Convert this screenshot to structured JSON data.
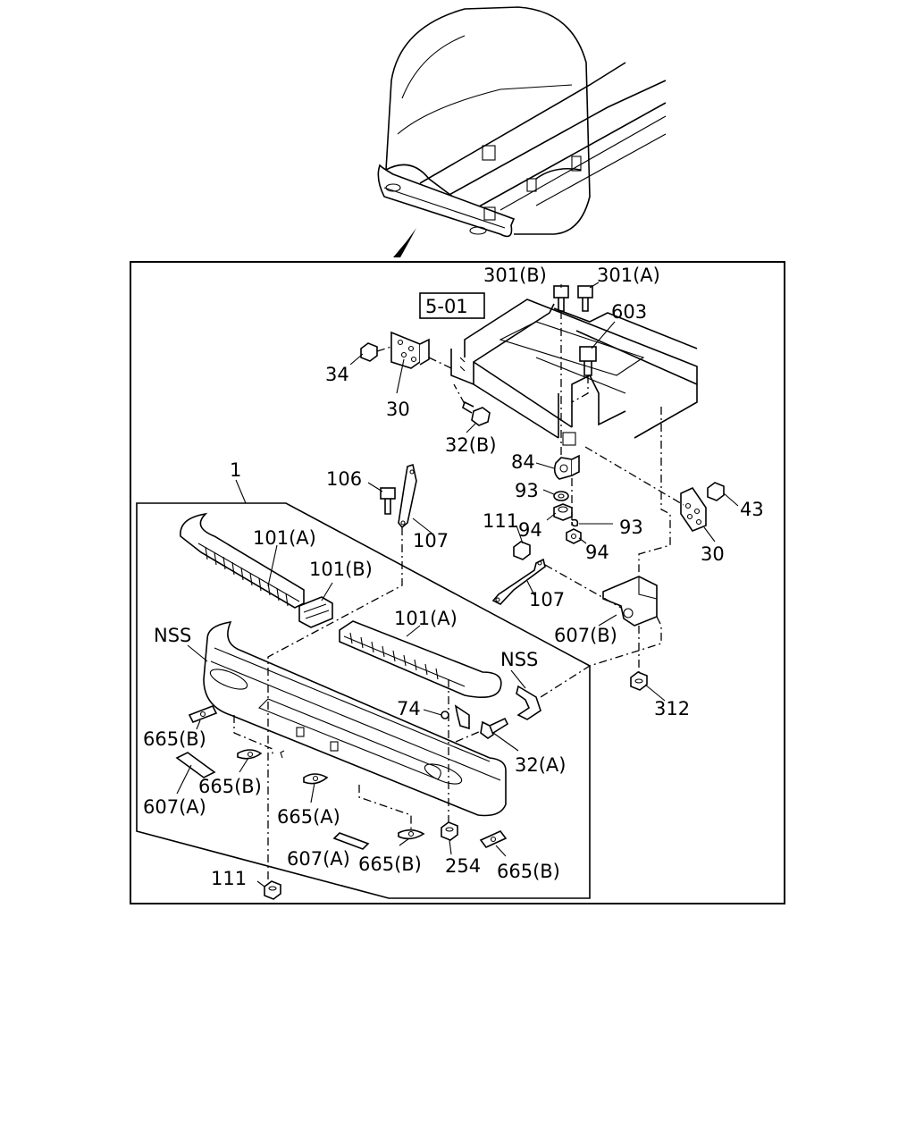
{
  "ref_box": "5-01",
  "labels": {
    "l_301b": "301(B)",
    "l_301a": "301(A)",
    "l_603": "603",
    "l_34": "34",
    "l_30a": "30",
    "l_32b": "32(B)",
    "l_84": "84",
    "l_93a": "93",
    "l_111a": "111",
    "l_94a": "94",
    "l_93b": "93",
    "l_94b": "94",
    "l_43": "43",
    "l_30b": "30",
    "l_106": "106",
    "l_107a": "107",
    "l_1": "1",
    "l_101a1": "101(A)",
    "l_101b": "101(B)",
    "l_107b": "107",
    "l_607b": "607(B)",
    "l_nss1": "NSS",
    "l_101a2": "101(A)",
    "l_nss2": "NSS",
    "l_74": "74",
    "l_312": "312",
    "l_665b1": "665(B)",
    "l_32a": "32(A)",
    "l_665b2": "665(B)",
    "l_607a1": "607(A)",
    "l_665a": "665(A)",
    "l_607a2": "607(A)",
    "l_665b3": "665(B)",
    "l_254": "254",
    "l_665b4": "665(B)",
    "l_111b": "111"
  }
}
